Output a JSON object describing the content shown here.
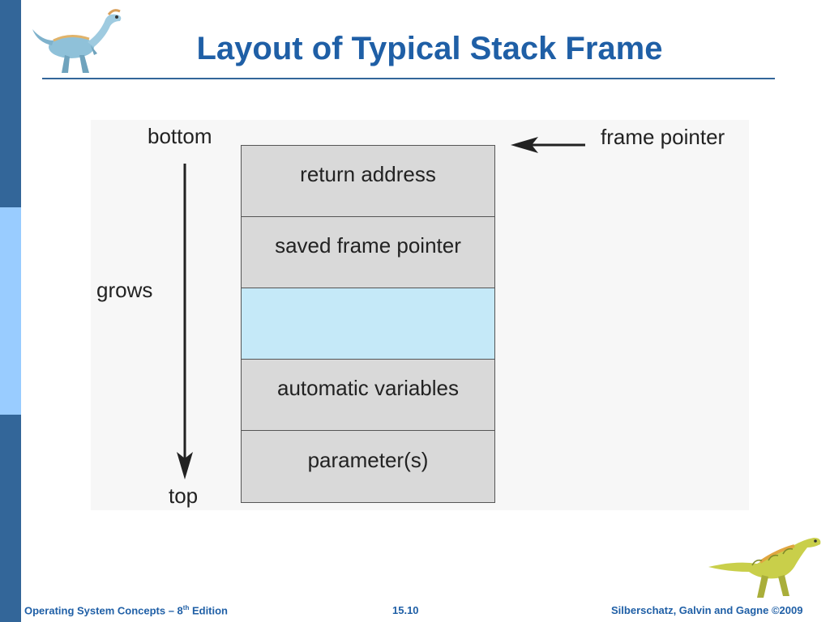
{
  "slide": {
    "title": "Layout of Typical Stack Frame"
  },
  "diagram": {
    "bottom_label": "bottom",
    "top_label": "top",
    "grows_label": "grows",
    "pointer_label": "frame pointer",
    "cells": [
      {
        "label": "return address",
        "highlight": false
      },
      {
        "label": "saved frame pointer",
        "highlight": false
      },
      {
        "label": "",
        "highlight": true
      },
      {
        "label": "automatic variables",
        "highlight": false
      },
      {
        "label": "parameter(s)",
        "highlight": false
      }
    ],
    "colors": {
      "cell_fill": "#d9d9d9",
      "highlight_fill": "#c5e9f8",
      "title": "#1f5fa6",
      "sidebar_dark": "#336699",
      "sidebar_light": "#99ccff"
    }
  },
  "footer": {
    "left_prefix": "Operating System Concepts – 8",
    "left_sup": "th",
    "left_suffix": " Edition",
    "center": "15.10",
    "right": "Silberschatz, Galvin and Gagne ©2009"
  },
  "icons": {
    "top_logo": "dinosaur-logo-icon",
    "bottom_logo": "dinosaur-logo-icon"
  }
}
